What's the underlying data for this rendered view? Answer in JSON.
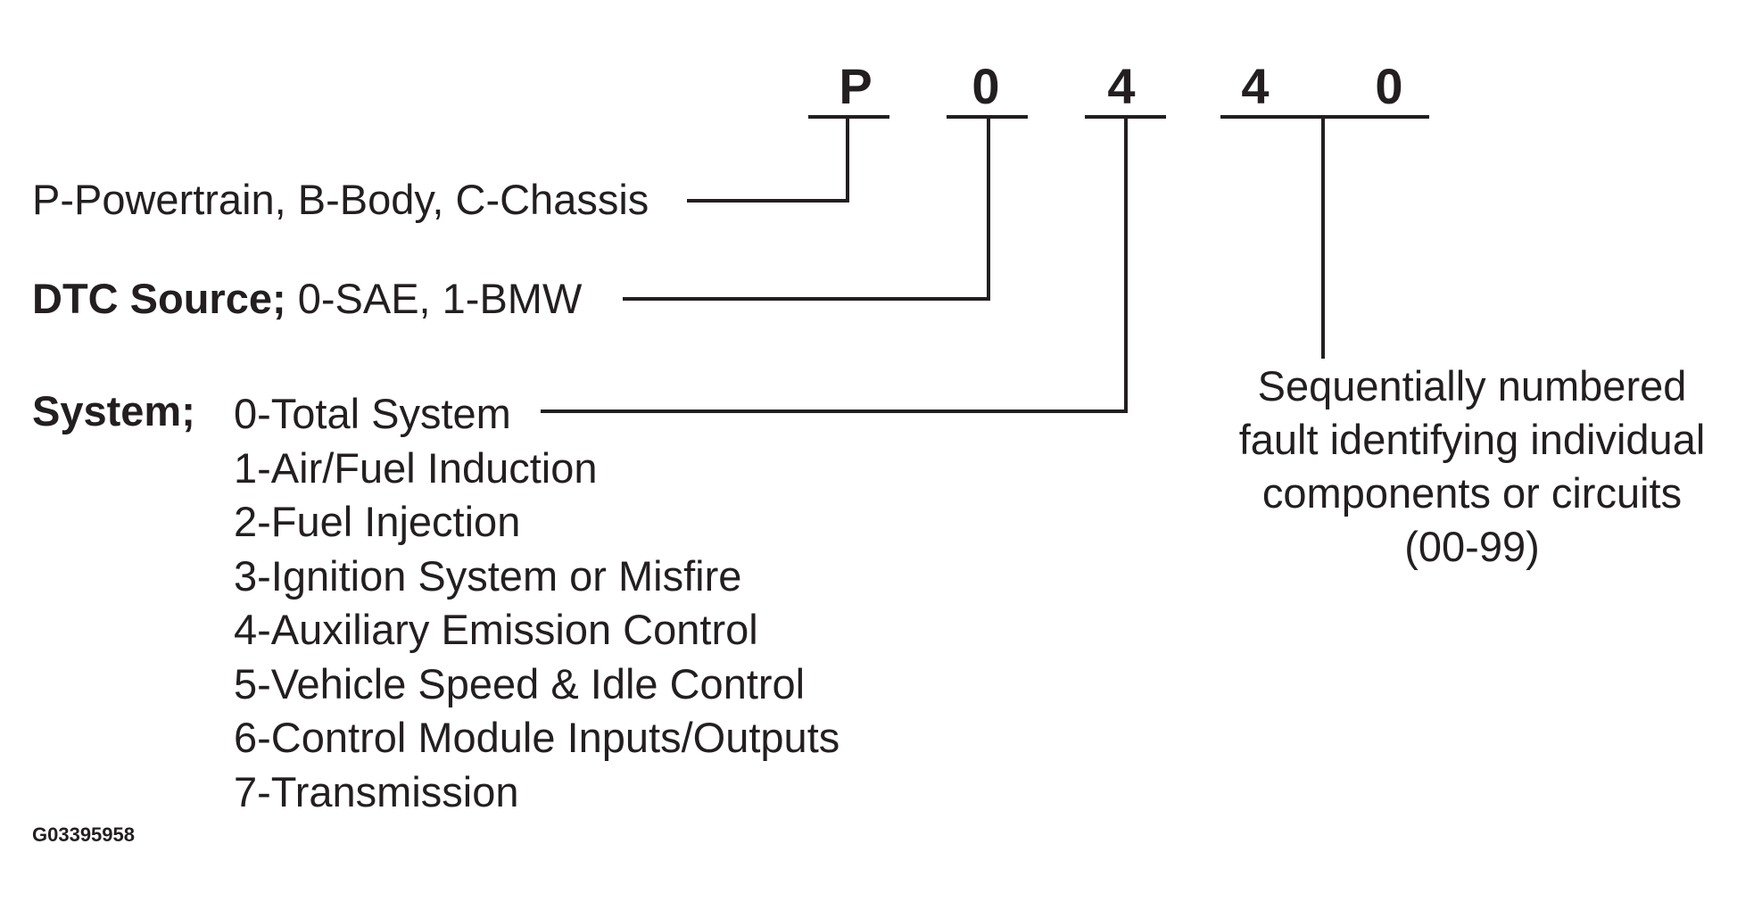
{
  "code": {
    "chars": [
      "P",
      "0",
      "4",
      "4",
      "0"
    ]
  },
  "labels": {
    "category": {
      "text": "P-Powertrain, B-Body, C-Chassis"
    },
    "source": {
      "heading": "DTC Source;",
      "text": "0-SAE, 1-BMW"
    },
    "system": {
      "heading": "System;",
      "items": [
        "0-Total System",
        "1-Air/Fuel Induction",
        "2-Fuel Injection",
        "3-Ignition System or Misfire",
        "4-Auxiliary Emission Control",
        "5-Vehicle Speed & Idle Control",
        "6-Control Module Inputs/Outputs",
        "7-Transmission"
      ]
    },
    "sequential": {
      "lines": [
        "Sequentially numbered",
        "fault identifying individual",
        "components or circuits",
        "(00-99)"
      ]
    }
  },
  "figure_id": "G03395958",
  "colors": {
    "ink": "#231f20",
    "background": "#ffffff"
  }
}
